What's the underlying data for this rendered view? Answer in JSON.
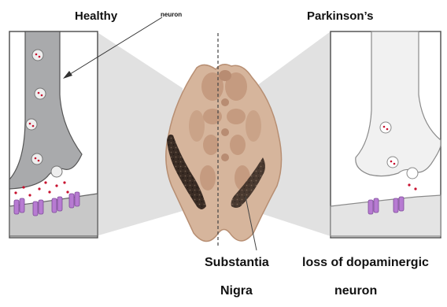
{
  "labels": {
    "healthy": "Healthy",
    "neuron_callout": "neuron",
    "parkinsons": "Parkinson’s",
    "substantia_line1": "Substantia",
    "substantia_line2": "Nigra",
    "loss_line1": "loss of dopaminergic",
    "loss_line2": "neuron"
  },
  "colors": {
    "healthy_neuron_fill": "#a9aaac",
    "parkinsons_neuron_fill": "#eeeeee",
    "brainstem_fill": "#d6b59c",
    "brainstem_inner": "#c59b80",
    "substantia_nigra_pigment": "#2e241f",
    "receptor": "#b77bd2",
    "dopamine_dot": "#c8102e",
    "projection_shade": "#d8d8d8"
  },
  "panels": {
    "healthy": {
      "vesicle_count": 5,
      "receptor_count": 4
    },
    "parkinsons": {
      "vesicle_count": 3,
      "receptor_count": 2
    }
  }
}
